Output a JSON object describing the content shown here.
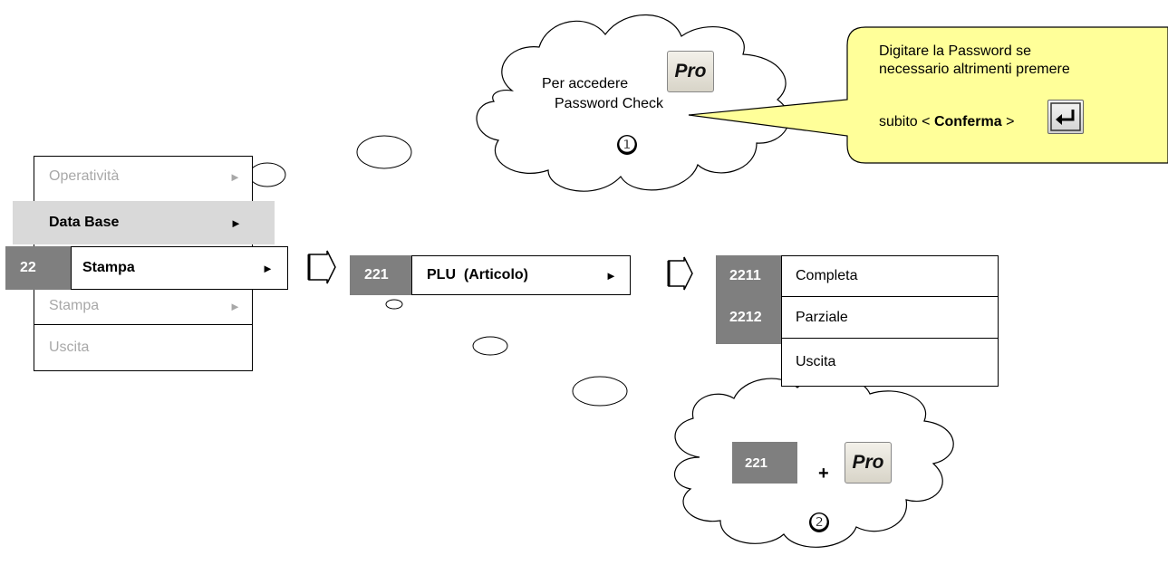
{
  "main_menu": {
    "items": [
      {
        "label": "Operatività",
        "arrow": "►"
      },
      {
        "label": "Data Base",
        "arrow": "►"
      },
      {
        "label": "Stampa",
        "arrow": "►",
        "code": "22"
      },
      {
        "label": "Stampa",
        "arrow": "►"
      },
      {
        "label": "Uscita"
      }
    ]
  },
  "submenu_221": {
    "code": "221",
    "label": "PLU  (Articolo)",
    "arrow": "►"
  },
  "submenu_2211": {
    "items": [
      {
        "code": "2211",
        "label": "Completa"
      },
      {
        "code": "2212",
        "label": "Parziale"
      },
      {
        "code": "",
        "label": "Uscita"
      }
    ]
  },
  "cloud_1": {
    "line1": "Per accedere",
    "line2": "Password Check",
    "key_label": "Pro",
    "marker": "❶"
  },
  "callout": {
    "line1": "Digitare la Password se",
    "line2": "necessario altrimenti premere",
    "line3_prefix": "subito < ",
    "line3_bold": "Conferma",
    "line3_suffix": " >",
    "key_icon": "enter-key",
    "fill_color": "#ffff99"
  },
  "cloud_2": {
    "code": "221",
    "plus": "+",
    "key_label": "Pro",
    "marker": "❷"
  },
  "colors": {
    "code_box_gray": "#7f7f7f",
    "dimmed_text": "#a8a8a8",
    "highlight_row": "#d9d9d9"
  }
}
